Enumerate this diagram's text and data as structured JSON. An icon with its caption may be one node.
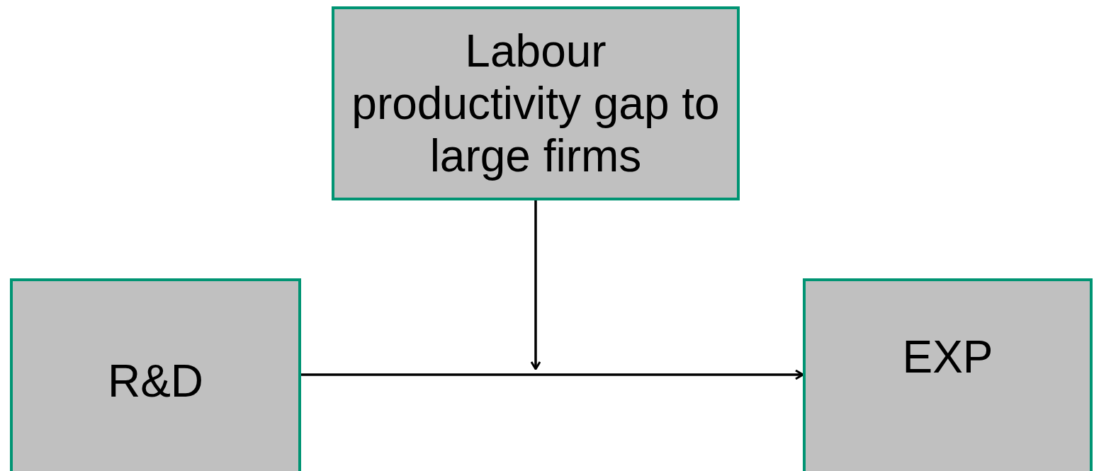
{
  "diagram": {
    "nodes": [
      {
        "text": [
          "Labour productivity gap to large firms"
        ]
      },
      {
        "text": [
          "R&D"
        ]
      },
      {
        "text": [
          "EXP"
        ]
      }
    ],
    "edges": [
      {
        "from": 1,
        "to": 2,
        "arrow": "to"
      },
      {
        "from": 0,
        "to": null,
        "arrow": "to"
      }
    ]
  }
}
